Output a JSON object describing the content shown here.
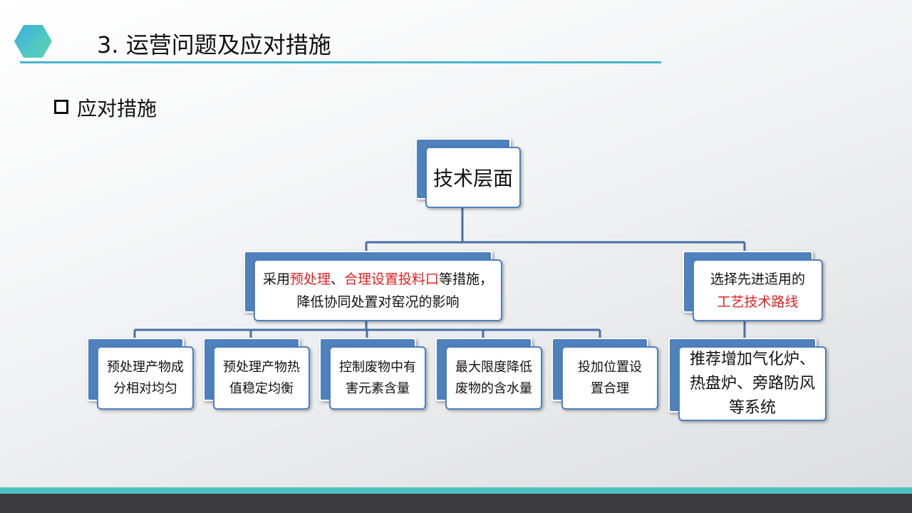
{
  "header": {
    "title": "3. 运营问题及应对措施",
    "section": "应对措施"
  },
  "colors": {
    "node_fill": "#4f81bd",
    "highlight": "#e02020",
    "accent": "#4ab4cf",
    "footer": "#3c3c3e"
  },
  "diagram": {
    "root": "技术层面",
    "left_branch": {
      "t1": "采用",
      "t2": "预处理",
      "t3": "、",
      "t4": "合理设置投料口",
      "t5": "等措施，降低协同处置对窑况的影响"
    },
    "right_branch": {
      "t1": "选择先进适用的",
      "t2": "工艺技术路线"
    },
    "leaves": [
      "预处理产物成分相对均匀",
      "预处理产物热值稳定均衡",
      "控制废物中有害元素含量",
      "最大限度降低废物的含水量",
      "投加位置设置合理"
    ],
    "right_leaf": "推荐增加气化炉、热盘炉、旁路防风等系统"
  }
}
